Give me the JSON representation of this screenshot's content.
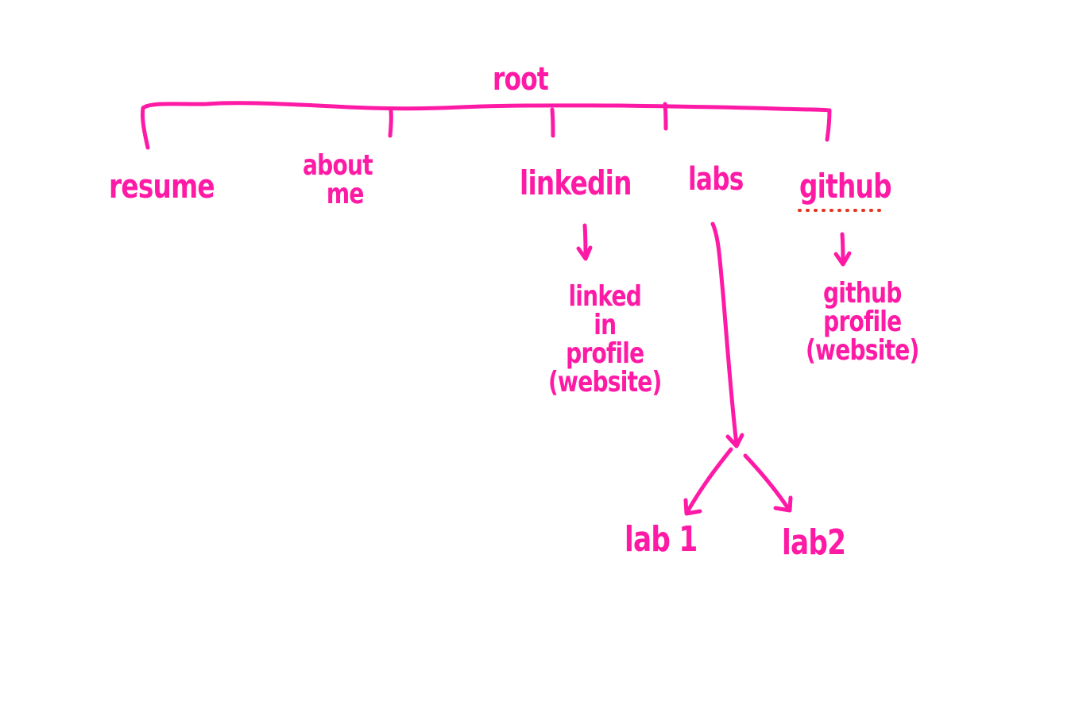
{
  "colors": {
    "ink": "#ff1aa6",
    "spellcheck": "#e8341c"
  },
  "root": {
    "label": "root"
  },
  "branches": {
    "resume": {
      "label": "resume"
    },
    "about_me": {
      "lines": [
        "about",
        "me"
      ]
    },
    "linkedin": {
      "label": "linkedin"
    },
    "labs": {
      "label": "labs"
    },
    "github": {
      "label": "github"
    }
  },
  "leaves": {
    "linkedin_profile": {
      "lines": [
        "linked",
        "in",
        "profile",
        "(website)"
      ]
    },
    "github_profile": {
      "lines": [
        "github",
        "profile",
        "(website)"
      ]
    },
    "lab1": {
      "label": "lab 1"
    },
    "lab2": {
      "label": "lab2"
    }
  }
}
